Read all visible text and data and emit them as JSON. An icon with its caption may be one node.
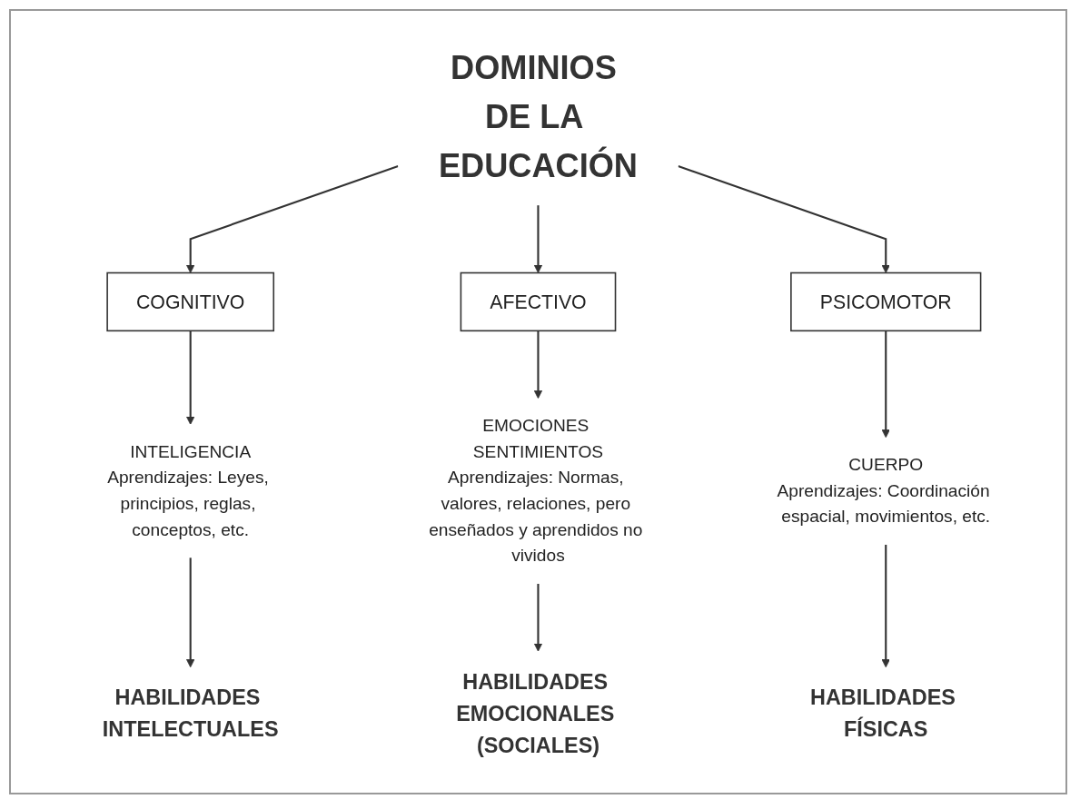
{
  "diagram": {
    "nodes": [
      {
        "text": [
          "DOMINIOS DE LA EDUCACIÓN"
        ]
      },
      {
        "text": [
          "COGNITIVO"
        ]
      },
      {
        "text": [
          "AFECTIVO"
        ]
      },
      {
        "text": [
          "PSICOMOTOR"
        ]
      },
      {
        "text": [
          "INTELIGENCIA",
          "Aprendizajes: Leyes, principios, reglas, conceptos, etc."
        ]
      },
      {
        "text": [
          "EMOCIONES SENTIMIENTOS",
          "Aprendizajes: Normas, valores, relaciones, pero enseñados y aprendidos no vividos"
        ]
      },
      {
        "text": [
          "CUERPO",
          "Aprendizajes: Coordinación espacial, movimientos, etc."
        ]
      },
      {
        "text": [
          "HABILIDADES INTELECTUALES"
        ]
      },
      {
        "text": [
          "HABILIDADES EMOCIONALES (SOCIALES)"
        ]
      },
      {
        "text": [
          "HABILIDADES FÍSICAS"
        ]
      }
    ],
    "edges": [
      {
        "from": 0,
        "to": 1,
        "arrow": "to"
      },
      {
        "from": 0,
        "to": 2,
        "arrow": "to"
      },
      {
        "from": 0,
        "to": 3,
        "arrow": "to"
      },
      {
        "from": 1,
        "to": 4,
        "arrow": "to"
      },
      {
        "from": 2,
        "to": 5,
        "arrow": "to"
      },
      {
        "from": 3,
        "to": 6,
        "arrow": "to"
      },
      {
        "from": 4,
        "to": 7,
        "arrow": "to"
      },
      {
        "from": 5,
        "to": 8,
        "arrow": "to"
      },
      {
        "from": 6,
        "to": 9,
        "arrow": "to"
      }
    ]
  }
}
